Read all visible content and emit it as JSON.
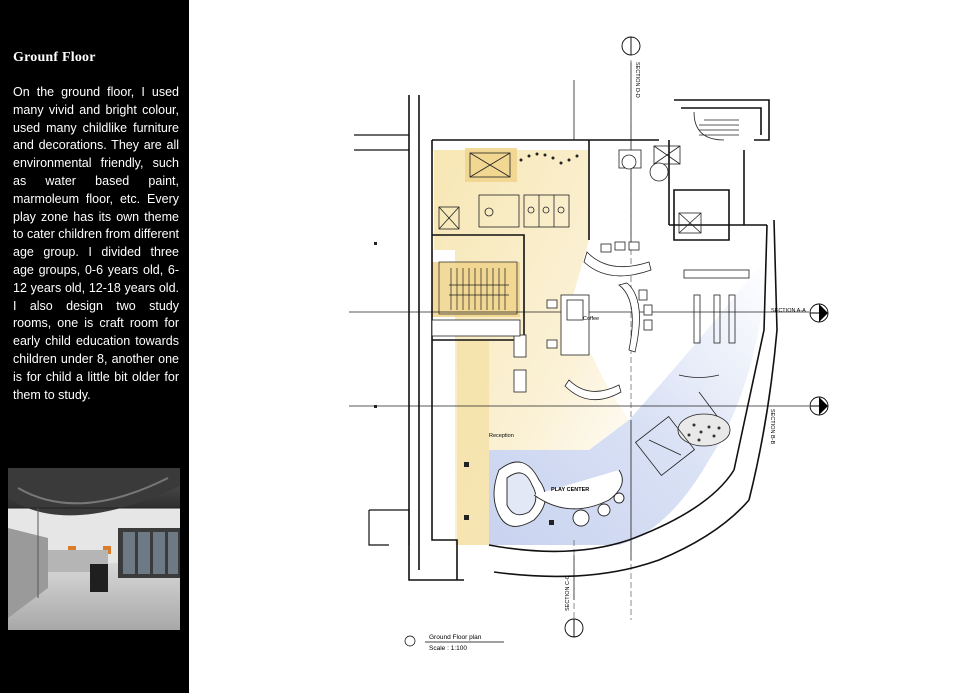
{
  "sidebar": {
    "title": "Grounf Floor",
    "description": "On the ground floor, I used many vivid and bright colour, used many childlike furniture and decorations. They are all environmental friendly, such as water based paint, marmoleum floor, etc. Every play zone has its own theme to cater children from different age group. I divided three age groups, 0-6 years old, 6-12 years old, 12-18 years old. I also design two study rooms, one is craft room for early child education towards children under 8, another one is for child a little bit older for them to study."
  },
  "plan": {
    "labels": {
      "coffee": "Coffee",
      "reception": "Reception",
      "play_center": "PLAY CENTER",
      "section_aa": "SECTION A-A",
      "section_bb": "SECTION B-B",
      "section_cc": "SECTION C-C",
      "section_dd": "SECTION D-D"
    },
    "caption": {
      "title": "Ground Floor plan",
      "scale": "Scale : 1:100"
    }
  }
}
